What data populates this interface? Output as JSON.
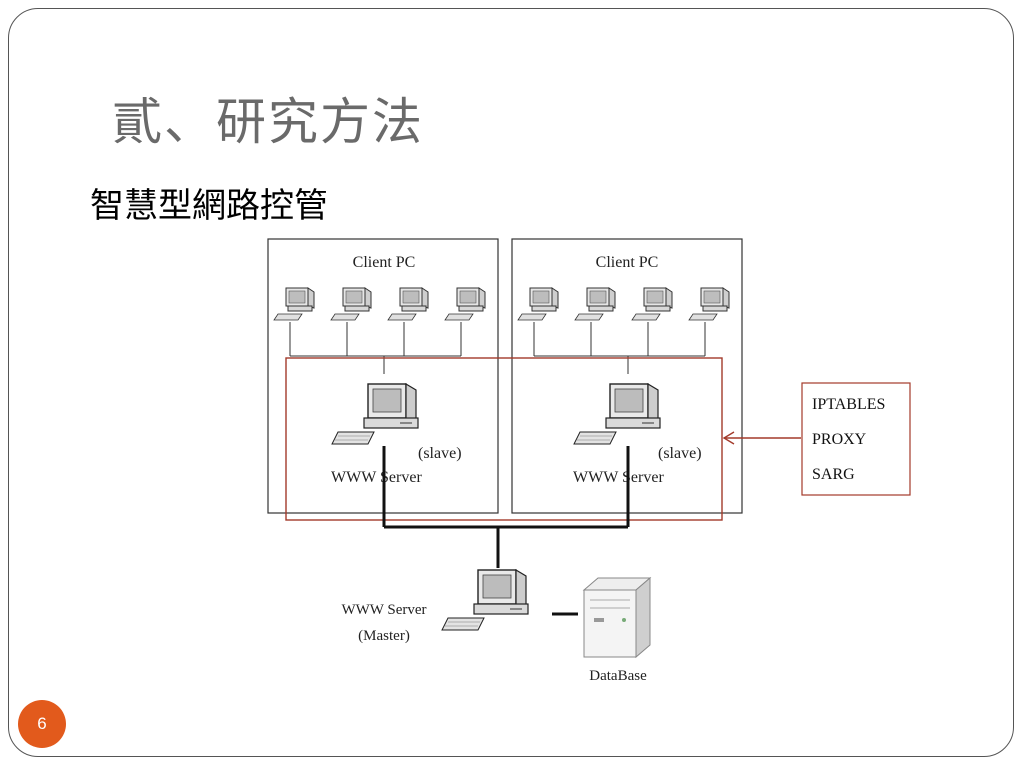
{
  "slide": {
    "title": "貳、研究方法",
    "subtitle": "智慧型網路控管",
    "page_number": "6"
  },
  "diagram": {
    "left_group_label": "Client PC",
    "right_group_label": "Client PC",
    "left_slave_tag": "(slave)",
    "right_slave_tag": "(slave)",
    "left_server_label": "WWW Server",
    "right_server_label": "WWW Server",
    "master_label_line1": "WWW Server",
    "master_label_line2": "(Master)",
    "database_label": "DataBase",
    "callout_lines": [
      "IPTABLES",
      "PROXY",
      "SARG"
    ]
  },
  "colors": {
    "accent": "#e25a1c",
    "highlight_box": "#a33a2a",
    "title_text": "#6a6a6a"
  }
}
